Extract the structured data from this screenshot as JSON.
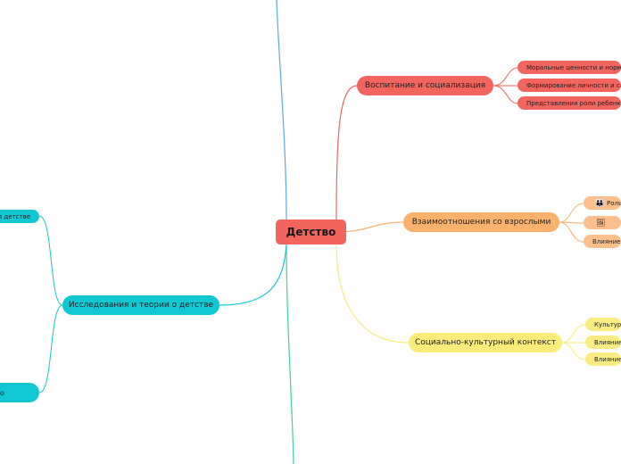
{
  "map": {
    "center": "Детство",
    "branches": {
      "upbringing": {
        "label": "Воспитание и социализация",
        "children": [
          "Моральные ценности и нормы",
          "Формирование личности и самосознания",
          "Представления роли ребенка в обществе"
        ]
      },
      "adults": {
        "label": "Взаимоотношения со взрослыми",
        "children": [
          "Роль родителей",
          "",
          "Влияние"
        ]
      },
      "social": {
        "label": "Социально-культурный контекст",
        "children": [
          "Культурные",
          "Влияние",
          "Влияние"
        ]
      },
      "research": {
        "label": "Исследования и теории о детстве",
        "children": [
          "в детстве",
          "о"
        ]
      }
    },
    "colors": {
      "center": "#f2655e",
      "upbringing": "#f2655e",
      "adults": "#fbb16e",
      "social": "#f9ec7a",
      "research": "#11c8d2",
      "top_line": "#5aa8e6",
      "bottom_line": "#3fd1a5"
    }
  }
}
